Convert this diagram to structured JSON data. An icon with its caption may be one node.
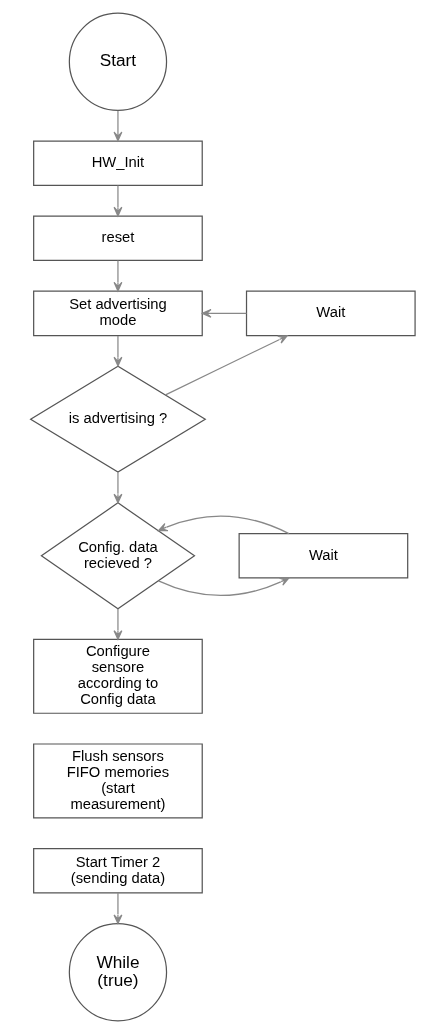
{
  "diagram": {
    "nodes": [
      {
        "text": [
          "Start"
        ]
      },
      {
        "text": [
          "HW_Init"
        ]
      },
      {
        "text": [
          "reset"
        ]
      },
      {
        "text": [
          "Set advertising mode"
        ]
      },
      {
        "text": [
          "Wait"
        ]
      },
      {
        "text": [
          "is advertising ?"
        ]
      },
      {
        "text": [
          "Config. data recieved ?"
        ]
      },
      {
        "text": [
          "Wait"
        ]
      },
      {
        "text": [
          "Configure sensore according to Config data"
        ]
      },
      {
        "text": [
          "Flush sensors FIFO memories (start measurement)"
        ]
      },
      {
        "text": [
          "Start Timer 2 (sending data)"
        ]
      },
      {
        "text": [
          "While (true)"
        ]
      }
    ],
    "edges": [
      {
        "from": 0,
        "to": 1,
        "arrow": "to"
      },
      {
        "from": 1,
        "to": 2,
        "arrow": "to"
      },
      {
        "from": 2,
        "to": 3,
        "arrow": "to"
      },
      {
        "from": 3,
        "to": 5,
        "arrow": "to"
      },
      {
        "from": 5,
        "to": 4,
        "arrow": "to"
      },
      {
        "from": 4,
        "to": 3,
        "arrow": "to"
      },
      {
        "from": 5,
        "to": 6,
        "arrow": "to"
      },
      {
        "from": 6,
        "to": 7,
        "arrow": "to"
      },
      {
        "from": 7,
        "to": 6,
        "arrow": "to"
      },
      {
        "from": 6,
        "to": 8,
        "arrow": "to"
      },
      {
        "from": 10,
        "to": 11,
        "arrow": "to"
      }
    ]
  }
}
